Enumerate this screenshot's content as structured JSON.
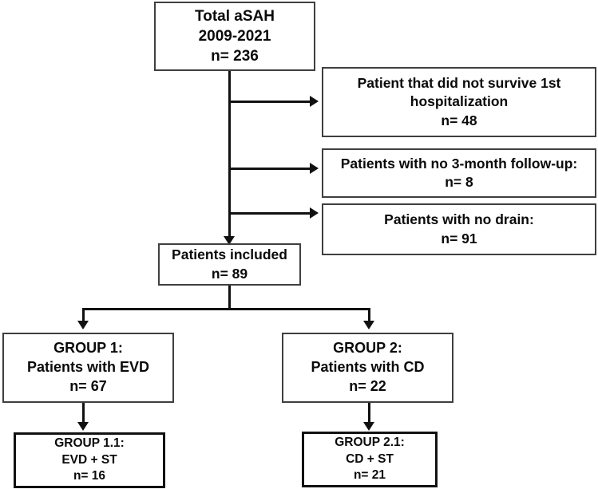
{
  "figure": {
    "type": "flowchart",
    "orientation": "top-down",
    "background": "#ffffff",
    "line_color": "#111111",
    "box_border_color": "#3f3f3f",
    "text_color": "#0a0a0a"
  },
  "nodes": {
    "total": {
      "name": "total-asah-box",
      "lines": [
        "Total aSAH",
        "2009-2021",
        "n= 236"
      ],
      "line1": "Total aSAH",
      "line2": "2009-2021",
      "line3": "n= 236",
      "count": 236
    },
    "excluded_death": {
      "name": "excluded-no-survival-box",
      "line1": "Patient that did not survive 1st",
      "line2": "hospitalization",
      "line3": "n= 48",
      "count": 48
    },
    "excluded_followup": {
      "name": "excluded-no-followup-box",
      "line1": "Patients with no 3-month follow-up:",
      "line2": "n= 8",
      "count": 8
    },
    "excluded_drain": {
      "name": "excluded-no-drain-box",
      "line1": "Patients with no drain:",
      "line2": "n= 91",
      "count": 91
    },
    "included": {
      "name": "patients-included-box",
      "line1": "Patients included",
      "line2": "n= 89",
      "count": 89
    },
    "group1": {
      "name": "group-1-box",
      "line1": "GROUP 1:",
      "line2": "Patients with EVD",
      "line3": "n= 67",
      "count": 67
    },
    "group2": {
      "name": "group-2-box",
      "line1": "GROUP 2:",
      "line2": "Patients with CD",
      "line3": "n= 22",
      "count": 22
    },
    "group1_1": {
      "name": "group-1-1-box",
      "line1": "GROUP 1.1:",
      "line2": "EVD + ST",
      "line3": "n= 16",
      "count": 16
    },
    "group2_1": {
      "name": "group-2-1-box",
      "line1": "GROUP 2.1:",
      "line2": "CD + ST",
      "line3": "n= 21",
      "count": 21
    }
  },
  "edges": [
    {
      "from": "total",
      "to": "excluded_death",
      "style": "elbow-right-arrow"
    },
    {
      "from": "total",
      "to": "excluded_followup",
      "style": "elbow-right-arrow"
    },
    {
      "from": "total",
      "to": "excluded_drain",
      "style": "elbow-right-arrow"
    },
    {
      "from": "total",
      "to": "included",
      "style": "straight-down-arrow"
    },
    {
      "from": "included",
      "to": "group1",
      "style": "split-down-arrow"
    },
    {
      "from": "included",
      "to": "group2",
      "style": "split-down-arrow"
    },
    {
      "from": "group1",
      "to": "group1_1",
      "style": "straight-down-arrow"
    },
    {
      "from": "group2",
      "to": "group2_1",
      "style": "straight-down-arrow"
    }
  ]
}
